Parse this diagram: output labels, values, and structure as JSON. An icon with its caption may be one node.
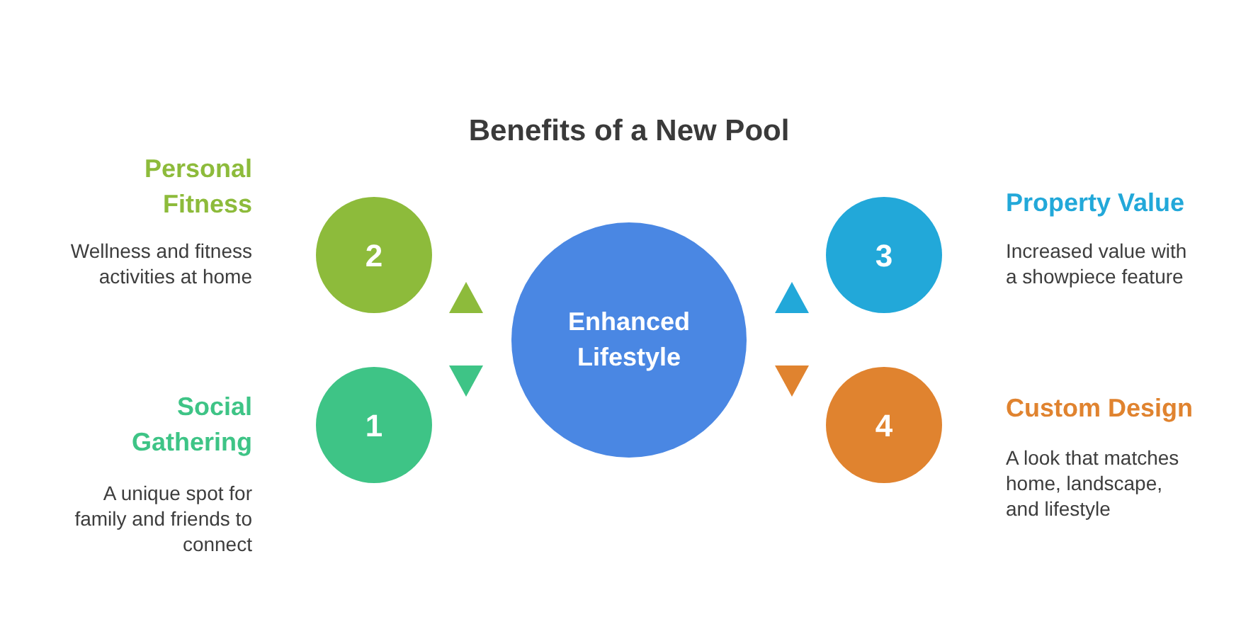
{
  "diagram": {
    "title": "Benefits of a New Pool",
    "nodes": [
      {
        "text": [
          "2"
        ],
        "beside": [
          "Personal Fitness",
          "Wellness and fitness activities at home"
        ]
      },
      {
        "text": [
          "Enhanced Lifestyle"
        ]
      },
      {
        "text": [
          "3"
        ],
        "beside": [
          "Property Value",
          "Increased value with a showpiece feature"
        ]
      },
      {
        "text": [
          "1"
        ],
        "beside": [
          "Social Gathering",
          "A unique spot for family and friends to connect"
        ]
      },
      {
        "text": [
          "4"
        ],
        "beside": [
          "Custom Design",
          "A look that matches home, landscape, and lifestyle"
        ]
      }
    ]
  }
}
